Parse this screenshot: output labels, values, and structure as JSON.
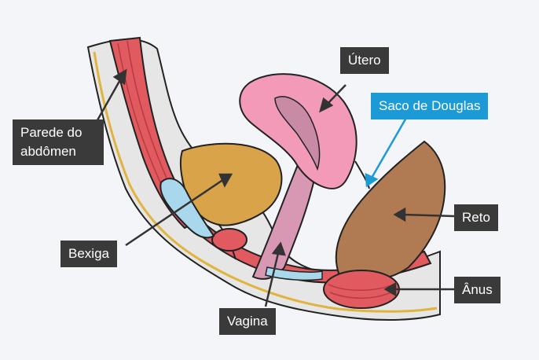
{
  "labels": {
    "abdomen": {
      "line1": "Parede do",
      "line2": "abdômen"
    },
    "bladder": "Bexiga",
    "uterus": "Útero",
    "douglas": "Saco de Douglas",
    "rectum": "Reto",
    "anus": "Ânus",
    "vagina": "Vagina"
  },
  "colors": {
    "background": "#f4f5f8",
    "label_dark": "#3a3a3a",
    "label_blue": "#1b9ad6",
    "muscle": "#e05a5f",
    "bladder": "#d9a34a",
    "uterus": "#f29ab8",
    "vagina": "#d897b3",
    "rectum": "#b07a52",
    "ureter": "#a9d8ec",
    "tissue": "#e6e6e6",
    "skin_line": "#e0b43f"
  }
}
